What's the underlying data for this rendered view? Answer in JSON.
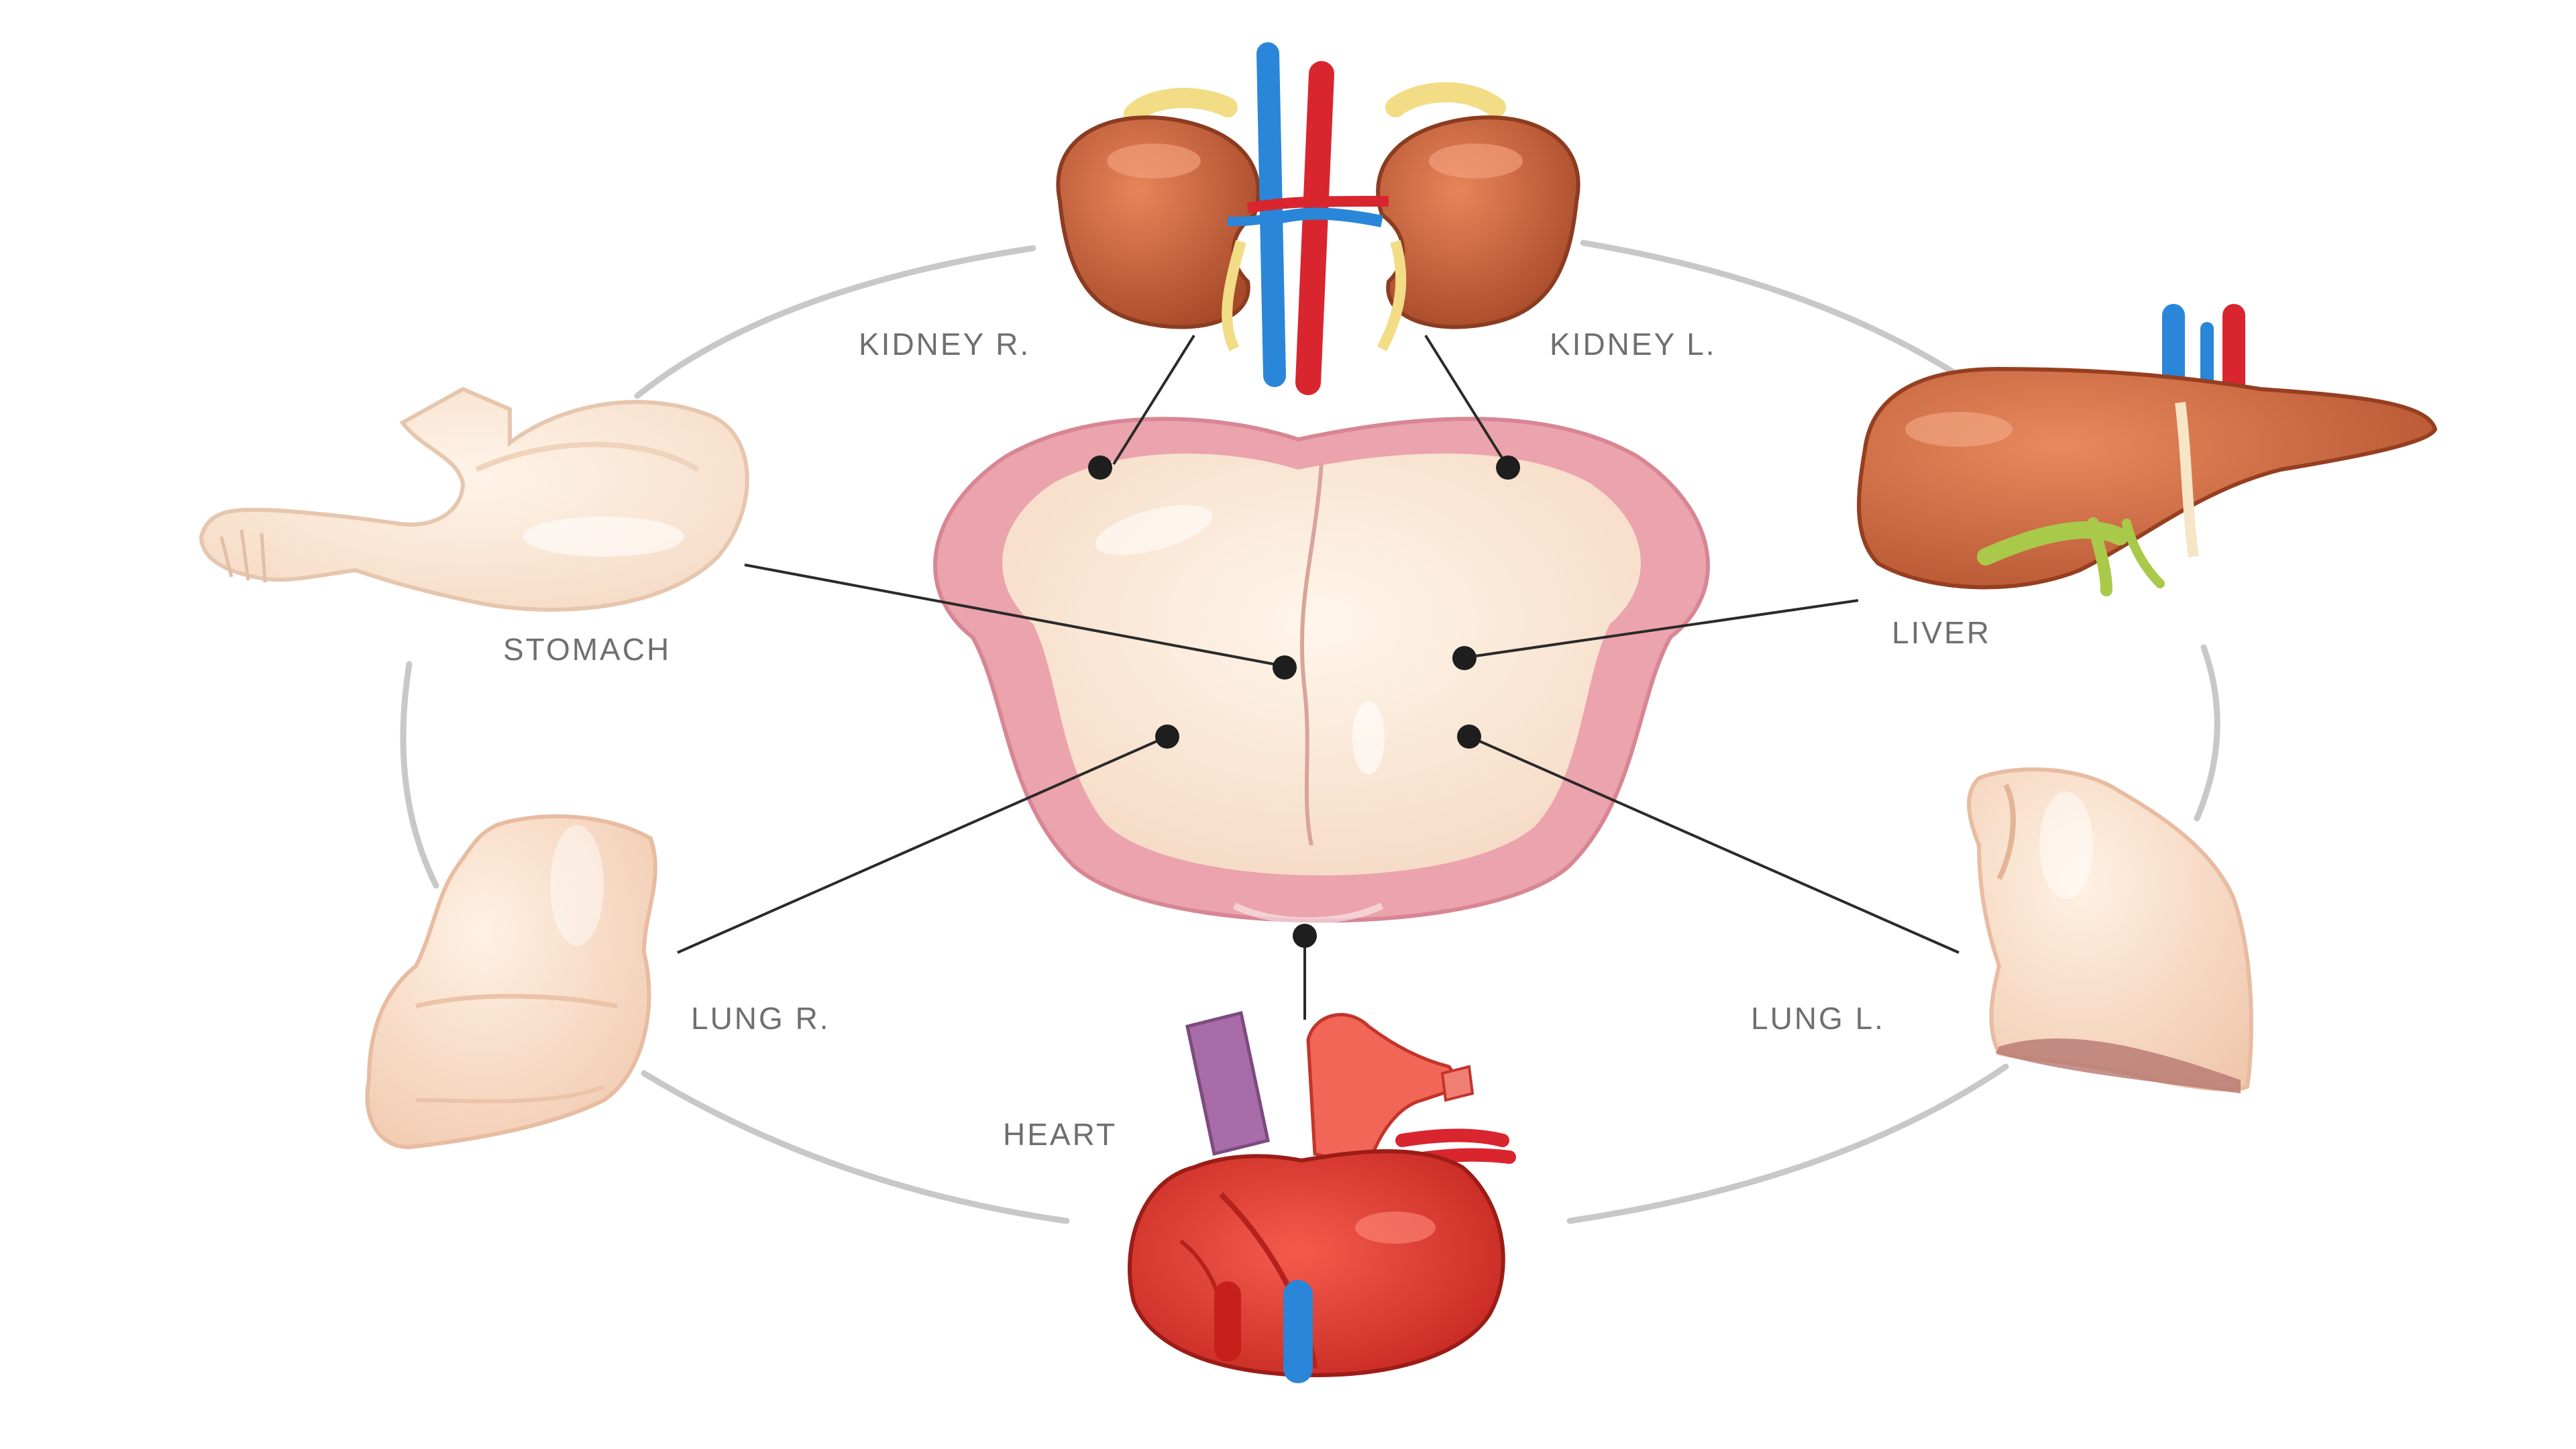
{
  "labels": {
    "kidney_r": "KIDNEY R.",
    "kidney_l": "KIDNEY L.",
    "stomach": "STOMACH",
    "liver": "LIVER",
    "lung_r": "LUNG R.",
    "lung_l": "LUNG L.",
    "heart": "HEART"
  },
  "icons": {
    "center": "tongue-icon",
    "kidney": "kidneys-icon",
    "stomach": "stomach-icon",
    "liver": "liver-icon",
    "lung_r": "right-lung-icon",
    "lung_l": "left-lung-icon",
    "heart": "heart-icon"
  },
  "colors": {
    "ring": "#c8c8c8",
    "connector": "#2a2a2a",
    "tongue_outer": "#e9a3ad",
    "tongue_inner": "#fbe7d6",
    "kidney": "#c9633c",
    "liver": "#c9663f",
    "heart": "#e23b30",
    "vein": "#2a86d8",
    "artery": "#d9252e",
    "lung": "#f7d6c0",
    "stomach": "#f9e2cd"
  }
}
